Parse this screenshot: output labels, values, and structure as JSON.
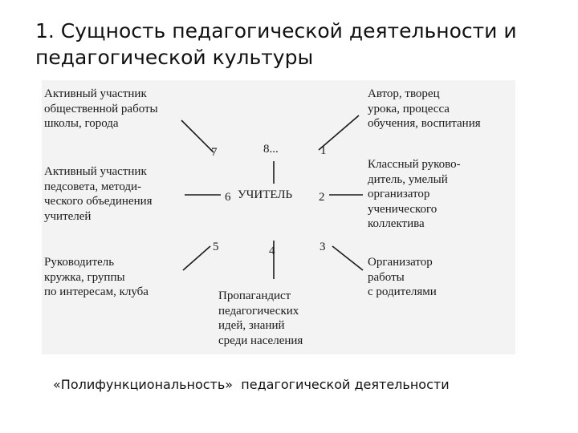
{
  "slide": {
    "title": "1. Сущность педагогической деятельности и педагогической культуры",
    "caption": "«Полифункциональность»  педагогической деятельности"
  },
  "diagram": {
    "center": "УЧИТЕЛЬ",
    "roles": [
      {
        "num": "1",
        "text": "Автор, творец\nурока, процесса\nобучения, воспитания"
      },
      {
        "num": "2",
        "text": "Классный руково-\nдитель, умелый\nорганизатор\nученического\nколлектива"
      },
      {
        "num": "3",
        "text": "Организатор\nработы\nс родителями"
      },
      {
        "num": "4",
        "text": "Пропагандист\nпедагогических\nидей, знаний\nсреди населения"
      },
      {
        "num": "5",
        "text": "Руководитель\nкружка, группы\nпо интересам, клуба"
      },
      {
        "num": "6",
        "text": "Активный участник\nпедсовета, методи-\nческого объединения\nучителей"
      },
      {
        "num": "7",
        "text": "Активный участник\nобщественной работы\nшколы, города"
      },
      {
        "num": "8...",
        "text": ""
      }
    ]
  }
}
